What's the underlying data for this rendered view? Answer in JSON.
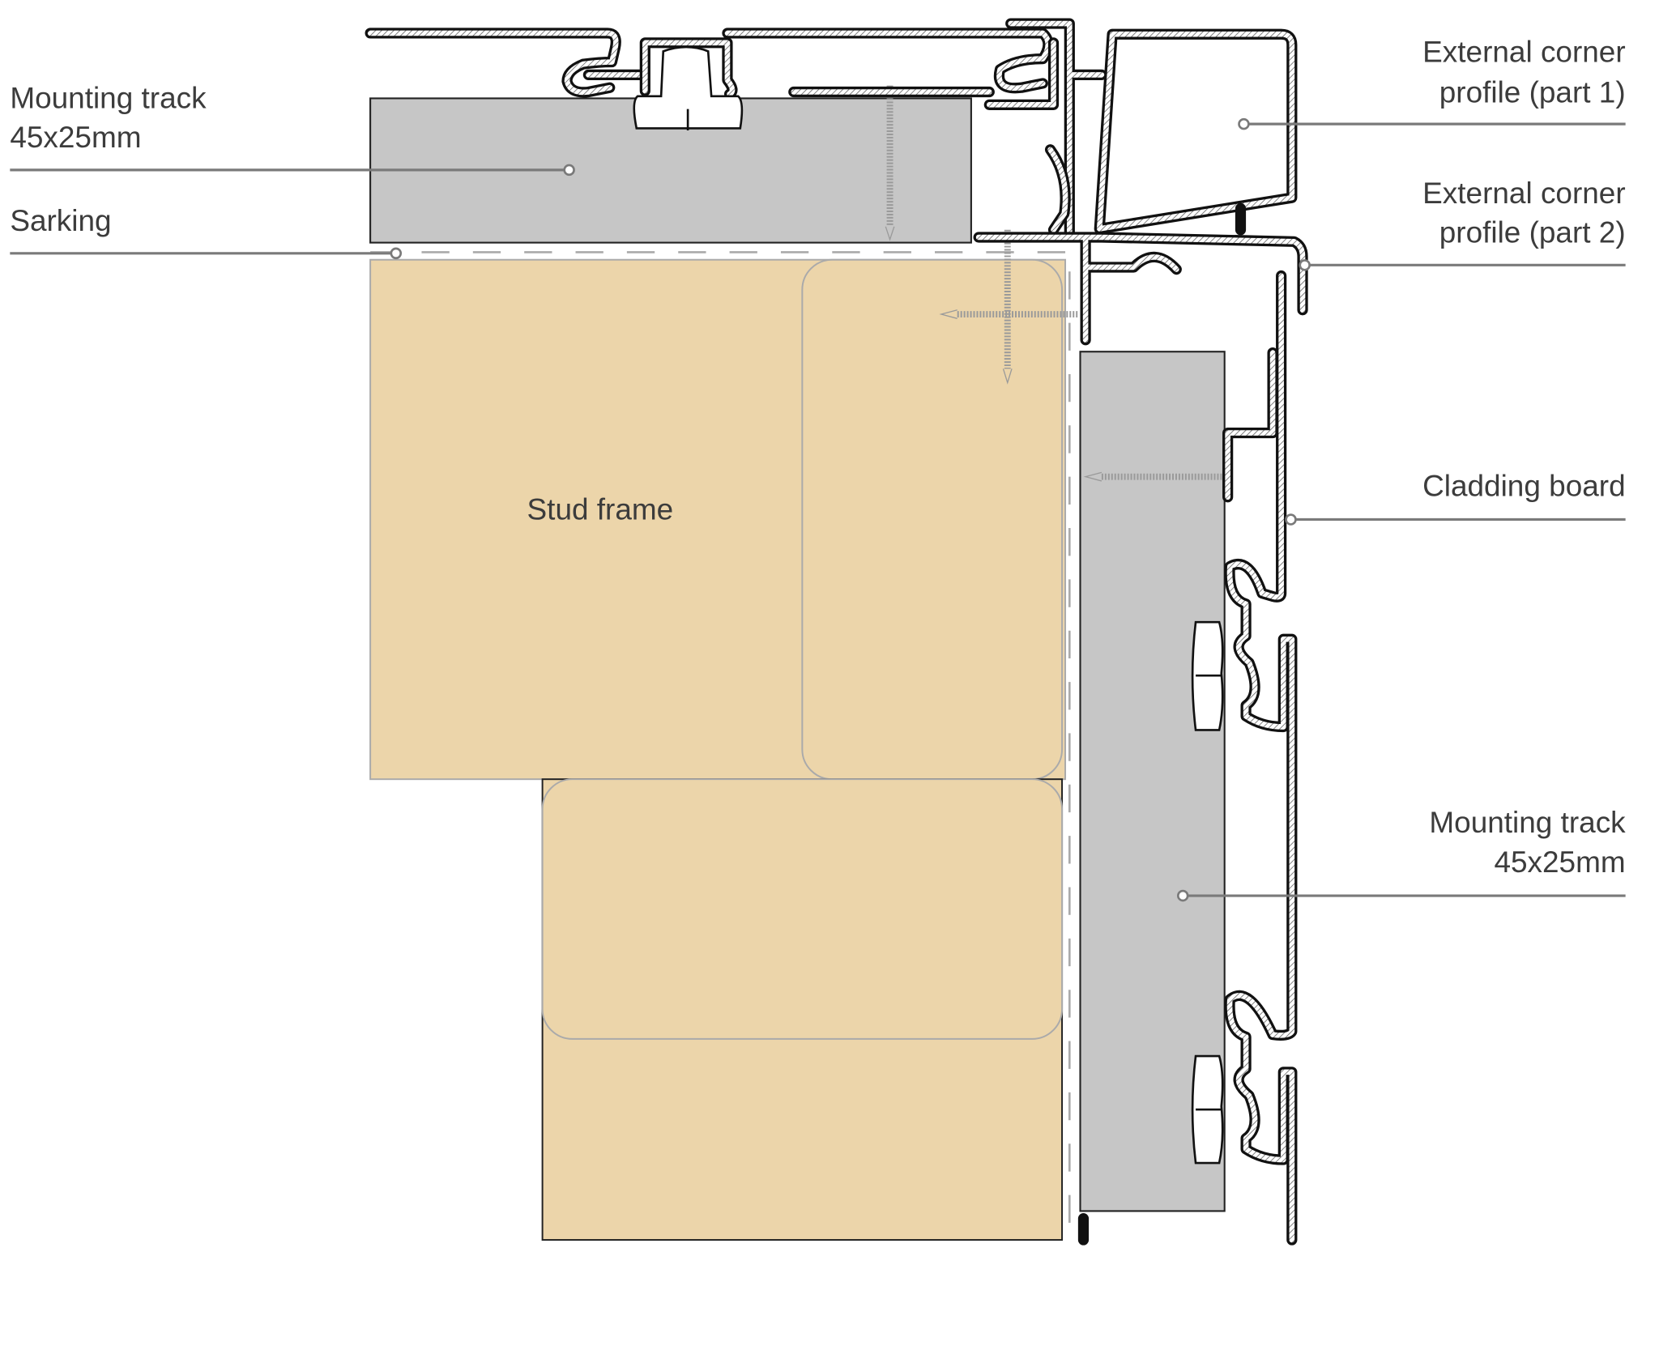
{
  "labels": {
    "mounting_track_top": [
      "Mounting track",
      "45x25mm"
    ],
    "sarking": "Sarking",
    "stud_frame": "Stud frame",
    "corner_part1": [
      "External corner",
      "profile (part 1)"
    ],
    "corner_part2": [
      "External corner",
      "profile (part 2)"
    ],
    "cladding_board": "Cladding board",
    "mounting_track_side": [
      "Mounting track",
      "45x25mm"
    ]
  },
  "colors": {
    "timber": "#ecd5aa",
    "track": "#c6c6c6",
    "profile": "#111111",
    "leader": "#7a7a7a",
    "text": "#3c3c3c"
  }
}
